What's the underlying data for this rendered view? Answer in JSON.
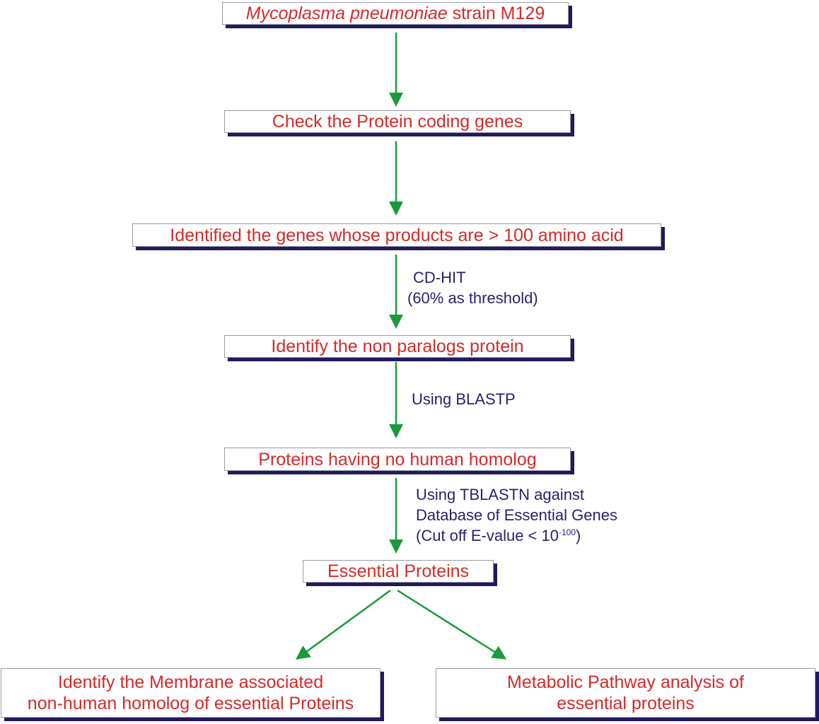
{
  "boxes": {
    "start": {
      "italic": "Mycoplasma pneumoniae",
      "rest": " strain M129"
    },
    "step1": "Check the Protein coding genes",
    "step2": "Identified the genes whose products are > 100 amino acid",
    "step3": "Identify the non paralogs protein",
    "step4": "Proteins having no human homolog",
    "step5": "Essential Proteins",
    "left": {
      "line1": "Identify the Membrane associated",
      "line2": "non-human homolog of essential Proteins"
    },
    "right": {
      "line1": "Metabolic Pathway analysis of",
      "line2": "essential proteins"
    }
  },
  "notes": {
    "cdhit": {
      "line1": "CD-HIT",
      "line2": "(60% as threshold)"
    },
    "blastp": "Using BLASTP",
    "tblastn": {
      "line1": "Using TBLASTN against",
      "line2": "Database of Essential Genes",
      "line3_pre": "(Cut off E-value < 10",
      "line3_sup": "-100",
      "line3_post": ")"
    }
  },
  "colors": {
    "box_text": "#d42a2a",
    "note_text": "#2a1f6b",
    "arrow": "#1a9a3a",
    "shadow": "#221a5e"
  }
}
